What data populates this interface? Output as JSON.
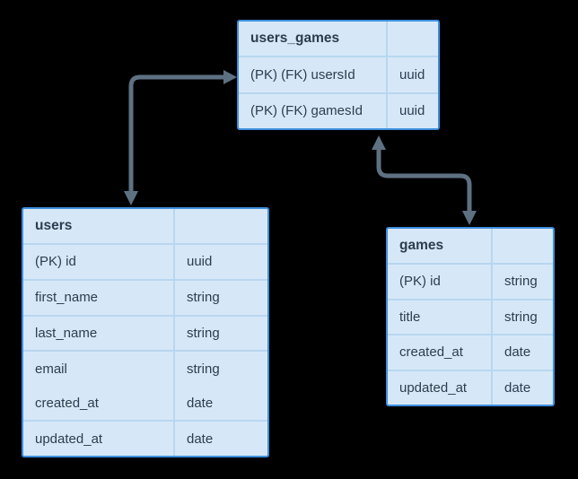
{
  "colors": {
    "background": "#000000",
    "table_fill": "#d6e8f8",
    "table_border": "#3e8ede",
    "row_divider": "#b9d6ef",
    "text": "#2b3d4f",
    "connector": "#5e7183"
  },
  "tables": [
    {
      "id": "users_games",
      "title": "users_games",
      "columns": [
        {
          "name": "(PK) (FK) usersId",
          "type": "uuid"
        },
        {
          "name": "(PK) (FK) gamesId",
          "type": "uuid"
        }
      ]
    },
    {
      "id": "users",
      "title": "users",
      "columns": [
        {
          "name": "(PK) id",
          "type": "uuid"
        },
        {
          "name": "first_name",
          "type": "string"
        },
        {
          "name": "last_name",
          "type": "string"
        },
        {
          "name": "email",
          "type": "string"
        },
        {
          "name": "created_at",
          "type": "date"
        },
        {
          "name": "updated_at",
          "type": "date"
        }
      ]
    },
    {
      "id": "games",
      "title": "games",
      "columns": [
        {
          "name": "(PK) id",
          "type": "string"
        },
        {
          "name": "title",
          "type": "string"
        },
        {
          "name": "created_at",
          "type": "date"
        },
        {
          "name": "updated_at",
          "type": "date"
        }
      ]
    }
  ],
  "relationships": [
    {
      "from": "users_games.usersId",
      "to": "users.id"
    },
    {
      "from": "users_games.gamesId",
      "to": "games.id"
    }
  ]
}
